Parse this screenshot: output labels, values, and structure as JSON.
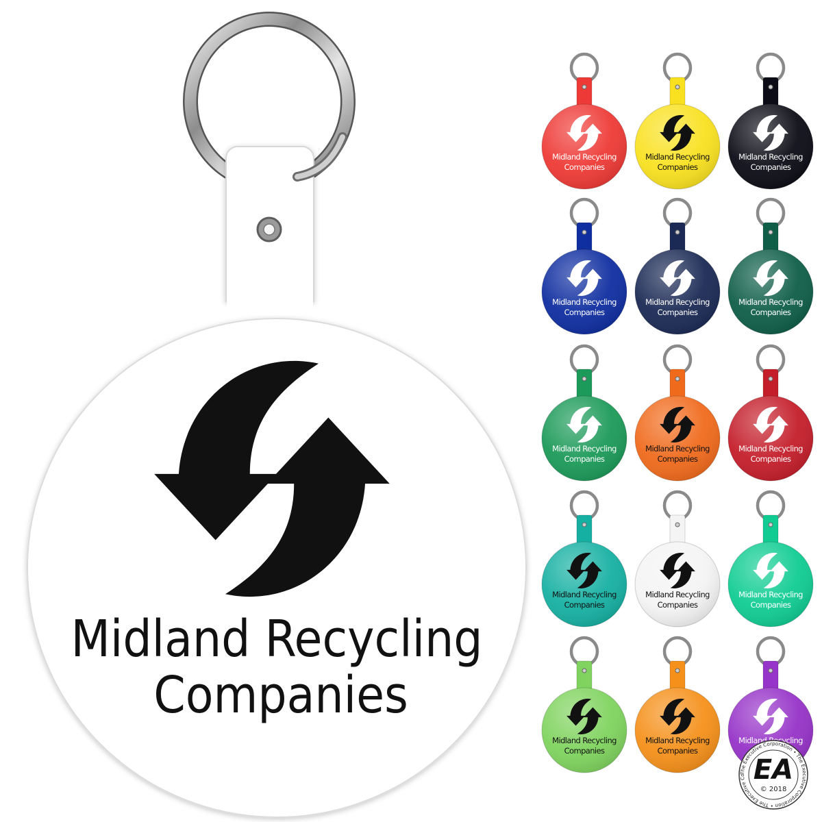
{
  "logo_text": {
    "line1": "Midland Recycling",
    "line2": "Companies"
  },
  "swatches": [
    {
      "color": "#ee3a36",
      "print": "#ffffff"
    },
    {
      "color": "#f9e120",
      "print": "#111111"
    },
    {
      "color": "#0c0c16",
      "print": "#ffffff"
    },
    {
      "color": "#0f2ea0",
      "print": "#ffffff"
    },
    {
      "color": "#1b2a55",
      "print": "#ffffff"
    },
    {
      "color": "#0f5e48",
      "print": "#ffffff"
    },
    {
      "color": "#1c9a59",
      "print": "#ffffff"
    },
    {
      "color": "#f06a1c",
      "print": "#111111"
    },
    {
      "color": "#c41e2a",
      "print": "#ffffff"
    },
    {
      "color": "#16b0a2",
      "print": "#111111"
    },
    {
      "color": "#f4f4f4",
      "print": "#111111"
    },
    {
      "color": "#10cc92",
      "print": "#ffffff"
    },
    {
      "color": "#7fd35e",
      "print": "#111111"
    },
    {
      "color": "#f5901a",
      "print": "#111111"
    },
    {
      "color": "#9633c8",
      "print": "#ffffff"
    }
  ],
  "seal": {
    "initials": "EA",
    "year": "© 2018",
    "ring_text": "The Executive Corporation • The Executive Corporation • The Executive Corporation •"
  }
}
